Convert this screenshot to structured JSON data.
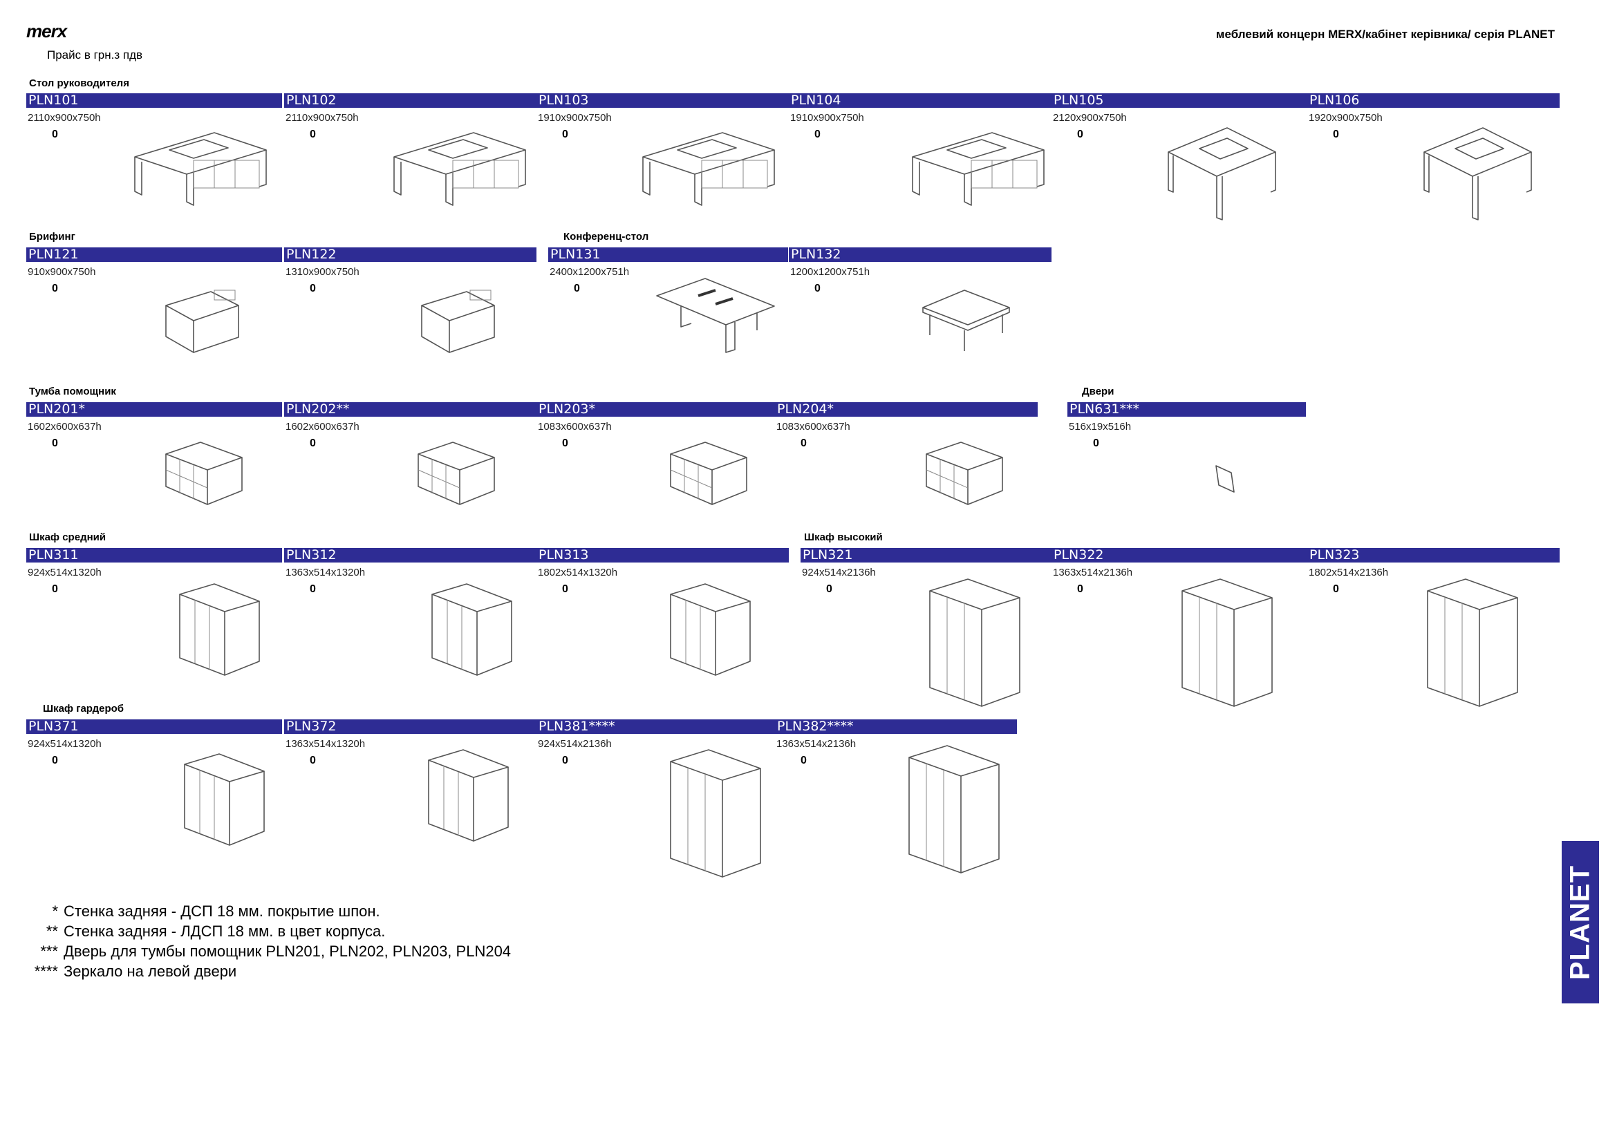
{
  "header": {
    "logo": "merx",
    "price_note": "Прайс в грн.з пдв",
    "title": "меблевий концерн MERX/кабінет керівника/ серія PLANET"
  },
  "sections": {
    "executive_desk": "Стол руководителя",
    "briefing": "Брифинг",
    "conference": "Конференц-стол",
    "assistant_tumba": "Тумба помощник",
    "doors": "Двери",
    "cabinet_mid": "Шкаф средний",
    "cabinet_high": "Шкаф высокий",
    "wardrobe": "Шкаф гардероб"
  },
  "products": [
    {
      "code": "PLN101",
      "dims": "2110x900x750h",
      "price": "0",
      "icon": "desk-l-icon"
    },
    {
      "code": "PLN102",
      "dims": "2110x900x750h",
      "price": "0",
      "icon": "desk-l-icon"
    },
    {
      "code": "PLN103",
      "dims": "1910x900x750h",
      "price": "0",
      "icon": "desk-l-icon"
    },
    {
      "code": "PLN104",
      "dims": "1910x900x750h",
      "price": "0",
      "icon": "desk-l-icon"
    },
    {
      "code": "PLN105",
      "dims": "2120x900x750h",
      "price": "0",
      "icon": "desk-icon"
    },
    {
      "code": "PLN106",
      "dims": "1920x900x750h",
      "price": "0",
      "icon": "desk-icon"
    },
    {
      "code": "PLN121",
      "dims": "910x900x750h",
      "price": "0",
      "icon": "briefing-table-icon"
    },
    {
      "code": "PLN122",
      "dims": "1310x900x750h",
      "price": "0",
      "icon": "briefing-table-icon"
    },
    {
      "code": "PLN131",
      "dims": "2400x1200x751h",
      "price": "0",
      "icon": "conference-table-icon"
    },
    {
      "code": "PLN132",
      "dims": "1200x1200x751h",
      "price": "0",
      "icon": "square-table-icon"
    },
    {
      "code": "PLN201*",
      "dims": "1602x600x637h",
      "price": "0",
      "icon": "credenza-icon"
    },
    {
      "code": "PLN202**",
      "dims": "1602x600x637h",
      "price": "0",
      "icon": "credenza-icon"
    },
    {
      "code": "PLN203*",
      "dims": "1083x600x637h",
      "price": "0",
      "icon": "credenza-icon"
    },
    {
      "code": "PLN204*",
      "dims": "1083x600x637h",
      "price": "0",
      "icon": "credenza-icon"
    },
    {
      "code": "PLN631***",
      "dims": "516x19x516h",
      "price": "0",
      "icon": "door-panel-icon"
    },
    {
      "code": "PLN311",
      "dims": "924x514x1320h",
      "price": "0",
      "icon": "cabinet-icon"
    },
    {
      "code": "PLN312",
      "dims": "1363x514x1320h",
      "price": "0",
      "icon": "cabinet-icon"
    },
    {
      "code": "PLN313",
      "dims": "1802x514x1320h",
      "price": "0",
      "icon": "cabinet-icon"
    },
    {
      "code": "PLN321",
      "dims": "924x514x2136h",
      "price": "0",
      "icon": "tall-cabinet-icon"
    },
    {
      "code": "PLN322",
      "dims": "1363x514x2136h",
      "price": "0",
      "icon": "tall-cabinet-icon"
    },
    {
      "code": "PLN323",
      "dims": "1802x514x2136h",
      "price": "0",
      "icon": "tall-cabinet-icon"
    },
    {
      "code": "PLN371",
      "dims": "924x514x1320h",
      "price": "0",
      "icon": "cabinet-icon"
    },
    {
      "code": "PLN372",
      "dims": "1363x514x1320h",
      "price": "0",
      "icon": "cabinet-icon"
    },
    {
      "code": "PLN381****",
      "dims": "924x514x2136h",
      "price": "0",
      "icon": "tall-cabinet-icon"
    },
    {
      "code": "PLN382****",
      "dims": "1363x514x2136h",
      "price": "0",
      "icon": "tall-cabinet-icon"
    }
  ],
  "footnotes": [
    {
      "mark": "*",
      "text": "Стенка задняя - ДСП 18 мм. покрытие шпон."
    },
    {
      "mark": "**",
      "text": "Стенка задняя - ЛДСП 18 мм. в цвет корпуса."
    },
    {
      "mark": "***",
      "text": "Дверь для тумбы помощник PLN201, PLN202, PLN203, PLN204"
    },
    {
      "mark": "****",
      "text": "Зеркало на левой двери"
    }
  ],
  "side_tab": "PLANET",
  "colors": {
    "accent": "#2e2c94",
    "text": "#000000",
    "line": "#555555"
  }
}
